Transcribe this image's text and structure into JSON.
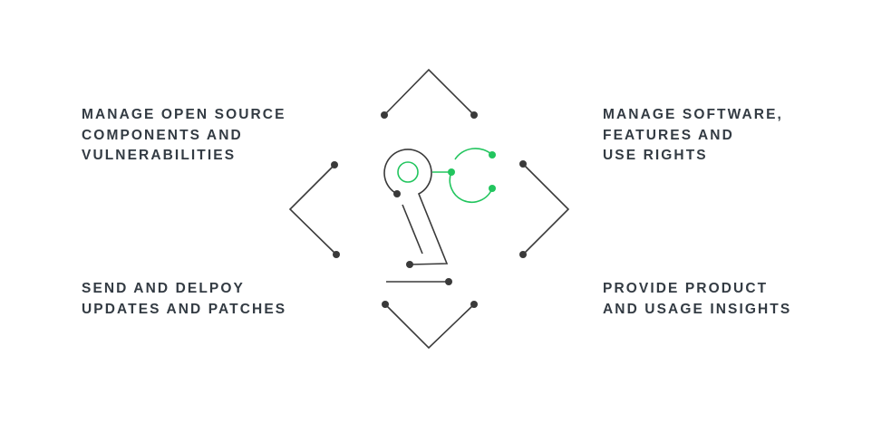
{
  "labels": {
    "top_left": [
      "MANAGE OPEN SOURCE",
      "COMPONENTS AND",
      "VULNERABILITIES"
    ],
    "top_right": [
      "MANAGE SOFTWARE,",
      "FEATURES AND",
      "USE RIGHTS"
    ],
    "bottom_left": [
      "SEND AND DELPOY",
      "UPDATES AND PATCHES"
    ],
    "bottom_right": [
      "PROVIDE PRODUCT",
      "AND USAGE INSIGHTS"
    ]
  },
  "colors": {
    "ink": "#3a3a3a",
    "accent": "#22c55e",
    "text": "#333b43"
  }
}
